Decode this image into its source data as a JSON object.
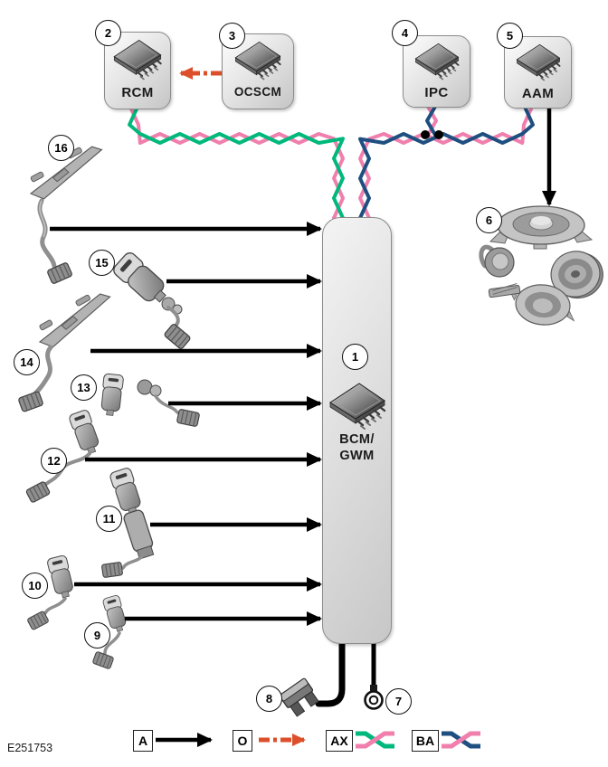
{
  "figure": {
    "code": "E251753"
  },
  "modules": {
    "bcm": {
      "badge": "1",
      "line1": "BCM/",
      "line2": "GWM"
    },
    "rcm": {
      "badge": "2",
      "label": "RCM"
    },
    "ocscm": {
      "badge": "3",
      "label": "OCSCM"
    },
    "ipc": {
      "badge": "4",
      "label": "IPC"
    },
    "aam": {
      "badge": "5",
      "label": "AAM"
    }
  },
  "badges": {
    "b6": "6",
    "b7": "7",
    "b8": "8",
    "b9": "9",
    "b10": "10",
    "b11": "11",
    "b12": "12",
    "b13": "13",
    "b14": "14",
    "b15": "15",
    "b16": "16"
  },
  "legend": {
    "a": "A",
    "o": "O",
    "ax": "AX",
    "ba": "BA"
  },
  "colors": {
    "green": "#00b87c",
    "pink": "#f07fae",
    "navy": "#1e4f80",
    "orange": "#dd4f2b"
  }
}
